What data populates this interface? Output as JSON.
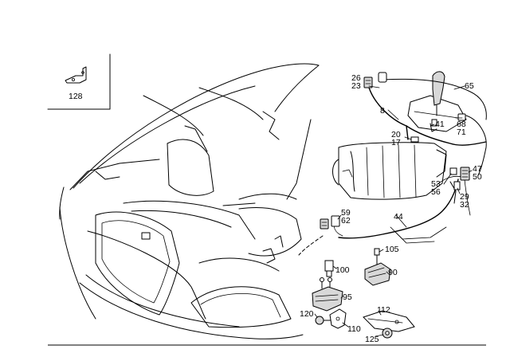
{
  "parts": [
    {
      "id": "p128",
      "label": "128"
    },
    {
      "id": "p26",
      "label": "26"
    },
    {
      "id": "p23",
      "label": "23"
    },
    {
      "id": "p65",
      "label": "65"
    },
    {
      "id": "p8",
      "label": "8"
    },
    {
      "id": "p41",
      "label": "41"
    },
    {
      "id": "p68",
      "label": "68"
    },
    {
      "id": "p71",
      "label": "71"
    },
    {
      "id": "p20",
      "label": "20"
    },
    {
      "id": "p17",
      "label": "17"
    },
    {
      "id": "p47",
      "label": "47"
    },
    {
      "id": "p50",
      "label": "50"
    },
    {
      "id": "p53",
      "label": "53"
    },
    {
      "id": "p56",
      "label": "56"
    },
    {
      "id": "p29",
      "label": "29"
    },
    {
      "id": "p32",
      "label": "32"
    },
    {
      "id": "p44",
      "label": "44"
    },
    {
      "id": "p59",
      "label": "59"
    },
    {
      "id": "p62",
      "label": "62"
    },
    {
      "id": "p105",
      "label": "105"
    },
    {
      "id": "p100",
      "label": "100"
    },
    {
      "id": "p90",
      "label": "90"
    },
    {
      "id": "p95",
      "label": "95"
    },
    {
      "id": "p120",
      "label": "120"
    },
    {
      "id": "p112",
      "label": "112"
    },
    {
      "id": "p110",
      "label": "110"
    },
    {
      "id": "p125",
      "label": "125"
    }
  ]
}
